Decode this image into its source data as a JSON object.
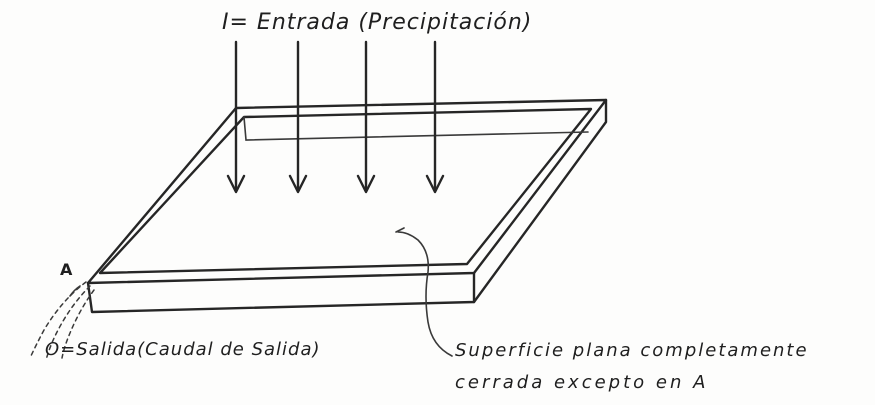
{
  "labels": {
    "input": "I= Entrada (Precipitación)",
    "point": "A",
    "output": "O=Salida(Caudal de Salida)",
    "surface_line1": "Superficie plana completamente",
    "surface_line2": "cerrada excepto en A"
  },
  "colors": {
    "ink": "#262626",
    "paper": "#fdfdfc"
  }
}
